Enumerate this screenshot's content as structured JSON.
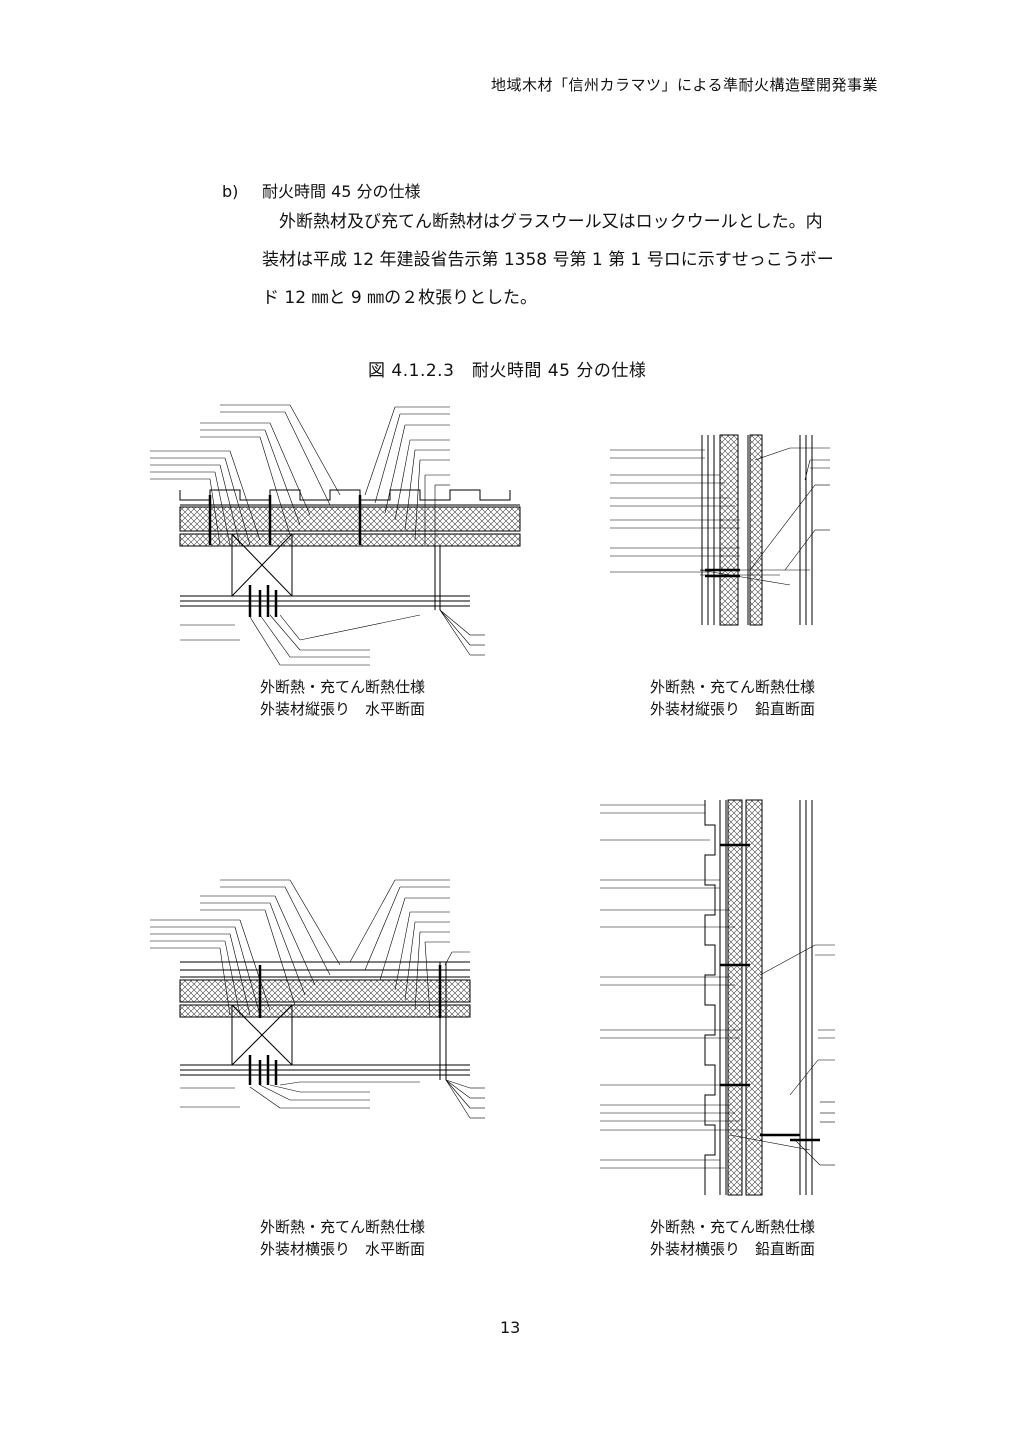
{
  "header": {
    "text": "地域木材「信州カラマツ」による準耐火構造壁開発事業"
  },
  "section": {
    "label": "b)",
    "title": "耐火時間 45 分の仕様",
    "lines": [
      "外断熱材及び充てん断熱材はグラスウール又はロックウールとした。内",
      "装材は平成 12 年建設省告示第 1358 号第 1 第 1 号ロに示すせっこうボー",
      "ド 12 ㎜と 9 ㎜の２枚張りとした。"
    ]
  },
  "figure": {
    "title": "図 4.1.2.3　耐火時間 45 分の仕様"
  },
  "diagrams": [
    {
      "line1": "外断熱・充てん断熱仕様",
      "line2": "外装材縦張り　水平断面"
    },
    {
      "line1": "外断熱・充てん断熱仕様",
      "line2": "外装材縦張り　鉛直断面"
    },
    {
      "line1": "外断熱・充てん断熱仕様",
      "line2": "外装材横張り　水平断面"
    },
    {
      "line1": "外断熱・充てん断熱仕様",
      "line2": "外装材横張り　鉛直断面"
    }
  ],
  "page_number": "13"
}
